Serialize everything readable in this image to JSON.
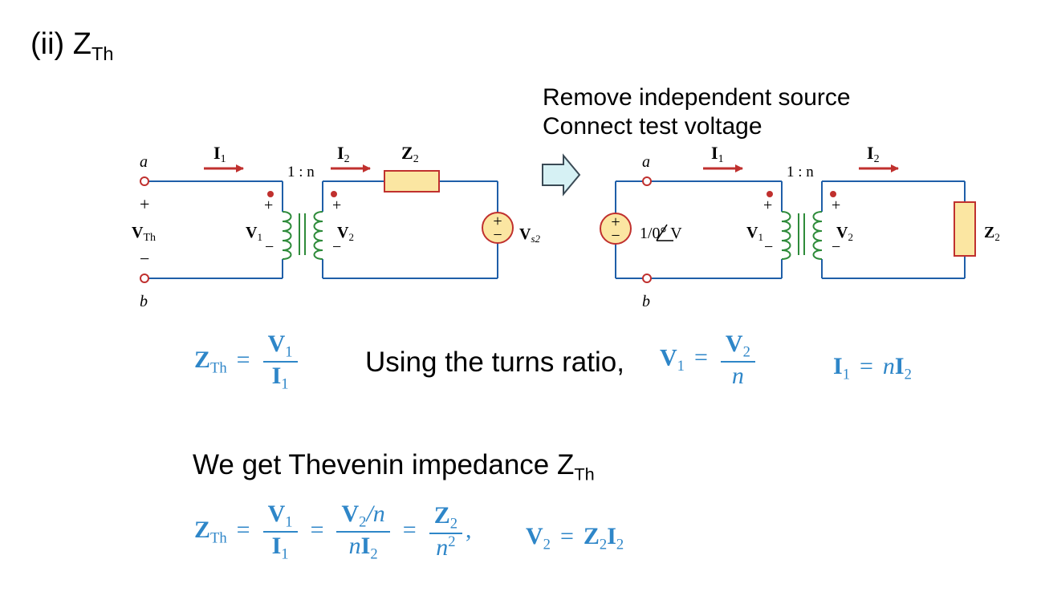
{
  "heading": {
    "prefix": "(ii) Z",
    "sub": "Th"
  },
  "note": {
    "line1": "Remove independent source",
    "line2": "Connect test voltage"
  },
  "circuit1": {
    "node_a": "a",
    "node_b": "b",
    "current1": "I",
    "current1_sub": "1",
    "current2": "I",
    "current2_sub": "2",
    "ratio": "1 : n",
    "z2": "Z",
    "z2_sub": "2",
    "vth": "V",
    "vth_sub": "Th",
    "v1": "V",
    "v1_sub": "1",
    "v2": "V",
    "v2_sub": "2",
    "vs2": "V",
    "vs2_sub": "s2",
    "plus": "+",
    "minus": "−"
  },
  "circuit2": {
    "node_a": "a",
    "node_b": "b",
    "current1": "I",
    "current1_sub": "1",
    "current2": "I",
    "current2_sub": "2",
    "ratio": "1 : n",
    "source_label": "1/0° V",
    "v1": "V",
    "v1_sub": "1",
    "v2": "V",
    "v2_sub": "2",
    "z2": "Z",
    "z2_sub": "2",
    "plus": "+",
    "minus": "−"
  },
  "text": {
    "turns_ratio": "Using the turns ratio,",
    "thevenin_prefix": "We get Thevenin impedance Z",
    "thevenin_sub": "Th"
  },
  "eq1": {
    "lhs": "Z",
    "lhs_sub": "Th",
    "op": "=",
    "num": "V",
    "num_sub": "1",
    "den": "I",
    "den_sub": "1"
  },
  "eq2": {
    "lhs": "V",
    "lhs_sub": "1",
    "op": "=",
    "num": "V",
    "num_sub": "2",
    "den": "n"
  },
  "eq3": {
    "lhs": "I",
    "lhs_sub": "1",
    "op": "=",
    "coef": "n",
    "rhs": "I",
    "rhs_sub": "2"
  },
  "eq4": {
    "lhs": "Z",
    "lhs_sub": "Th",
    "op": "=",
    "f1_num": "V",
    "f1_num_sub": "1",
    "f1_den": "I",
    "f1_den_sub": "1",
    "f2_num": "V",
    "f2_num_sub": "2",
    "f2_num_tail": "/n",
    "f2_den_coef": "n",
    "f2_den": "I",
    "f2_den_sub": "2",
    "f3_num": "Z",
    "f3_num_sub": "2",
    "f3_den": "n",
    "f3_den_sup": "2",
    "comma": ","
  },
  "eq5": {
    "lhs": "V",
    "lhs_sub": "2",
    "op": "=",
    "rhs1": "Z",
    "rhs1_sub": "2",
    "rhs2": "I",
    "rhs2_sub": "2"
  },
  "colors": {
    "wire": "#1f5fa8",
    "accent_red": "#c0302e",
    "coil_green": "#2e8b3a",
    "equation_blue": "#2e86c8",
    "z_fill": "#fbe6a2",
    "arrow_fill": "#d6f1f4"
  }
}
